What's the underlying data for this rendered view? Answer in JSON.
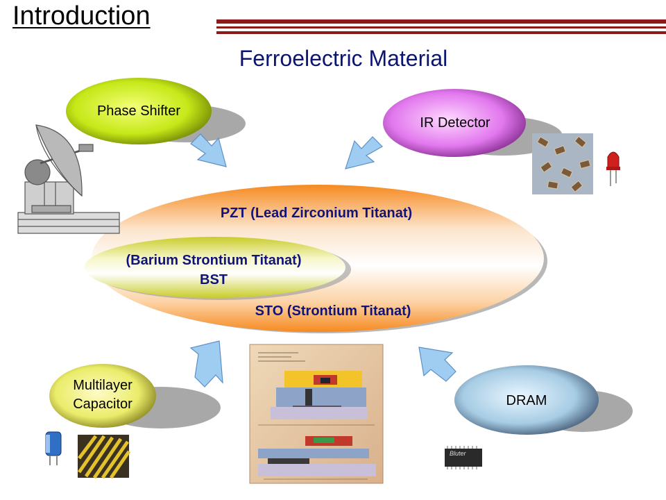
{
  "title": "Introduction",
  "subtitle": "Ferroelectric Material",
  "center": {
    "pzt": "PZT (Lead Zirconium Titanat)",
    "bst_line1": "(Barium Strontium Titanat)",
    "bst_line2": "BST",
    "sto": "STO (Strontium Titanat)"
  },
  "applications": {
    "phase_shifter": "Phase Shifter",
    "ir_detector": "IR Detector",
    "multilayer_line1": "Multilayer",
    "multilayer_line2": "Capacitor",
    "dram": "DRAM"
  },
  "chip_label": "Bluter",
  "colors": {
    "accent_rule": "#8b1a1a",
    "subtitle": "#0b1470",
    "center_text": "#101478",
    "arrow_fill": "#9fcdf2"
  }
}
